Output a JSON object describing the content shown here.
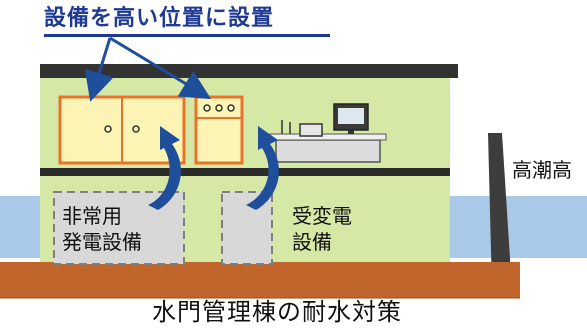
{
  "title": "設備を高い位置に設置",
  "tide_label": "高潮高",
  "generator_room": {
    "line1": "非常用",
    "line2": "発電設備"
  },
  "substation_room": {
    "line1": "受変電",
    "line2": "設備"
  },
  "caption": "水門管理棟の耐水対策",
  "colors": {
    "water": "#a9c9e8",
    "building_wall": "#d6e8a6",
    "roof": "#333333",
    "ground": "#c0652c",
    "cabinet": "#fbf4b4",
    "cabinet_border": "#e8742a",
    "arrow": "#1f4f9a",
    "title": "#1f3a93"
  }
}
